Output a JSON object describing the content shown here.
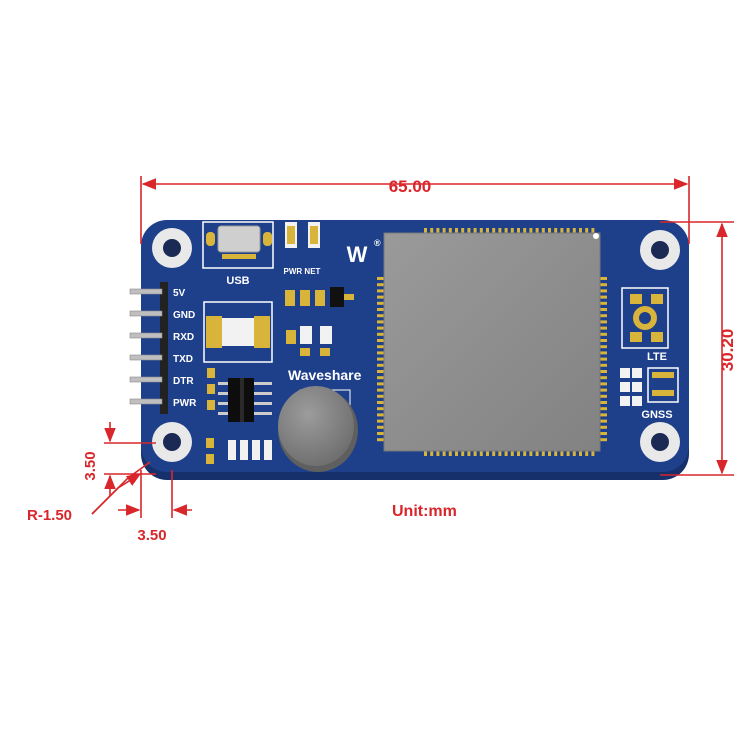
{
  "dimensions": {
    "width": "65.00",
    "height": "30.20",
    "hole_offset_y": "3.50",
    "hole_offset_x": "3.50",
    "hole_radius": "R-1.50",
    "unit_label": "Unit:mm"
  },
  "board": {
    "brand_name": "Waveshare",
    "logo_mark": "W",
    "logo_registered": "®",
    "usb_label": "USB",
    "pwr_net_label": "PWR NET",
    "lte_label": "LTE",
    "gnss_label": "GNSS",
    "header_pins": [
      "5V",
      "GND",
      "RXD",
      "TXD",
      "DTR",
      "PWR"
    ]
  },
  "colors": {
    "dimension": "#d9262b",
    "pcb": "#1e3f8a",
    "pcb_edge": "#16306c",
    "module": "#8e8e8e",
    "gold": "#d8b43a",
    "silkscreen": "#ffffff"
  }
}
